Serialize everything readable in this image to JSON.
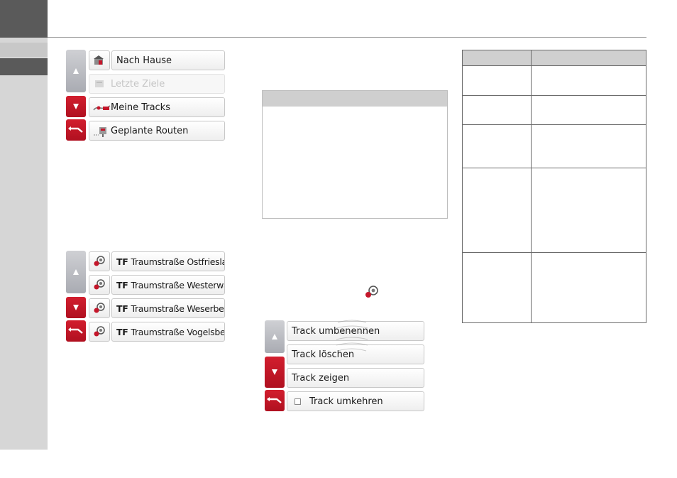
{
  "menu_main": {
    "items": [
      {
        "label": "Nach Hause",
        "icon": "house-icon",
        "disabled": false
      },
      {
        "label": "Letzte Ziele",
        "icon": "recent-destinations-icon",
        "disabled": true
      },
      {
        "label": "Meine Tracks",
        "icon": "my-tracks-icon",
        "disabled": false
      },
      {
        "label": "Geplante Routen",
        "icon": "planned-routes-icon",
        "disabled": false
      }
    ]
  },
  "menu_tracks": {
    "items": [
      {
        "prefix": "TF",
        "label": "Traumstraße Ostfriesland"
      },
      {
        "prefix": "TF",
        "label": "Traumstraße Westerwald"
      },
      {
        "prefix": "TF",
        "label": "Traumstraße Weserbergland"
      },
      {
        "prefix": "TF",
        "label": "Traumstraße Vogelsberg"
      }
    ]
  },
  "menu_options": {
    "items": [
      {
        "label": "Track umbenennen"
      },
      {
        "label": "Track löschen"
      },
      {
        "label": "Track zeigen"
      },
      {
        "label": "Track umkehren",
        "has_checkbox": true
      }
    ]
  },
  "colors": {
    "nav_red": "#c4162a",
    "nav_gray": "#b8bac0",
    "sidebar": "#d6d6d6",
    "corner": "#5a5a5a"
  }
}
